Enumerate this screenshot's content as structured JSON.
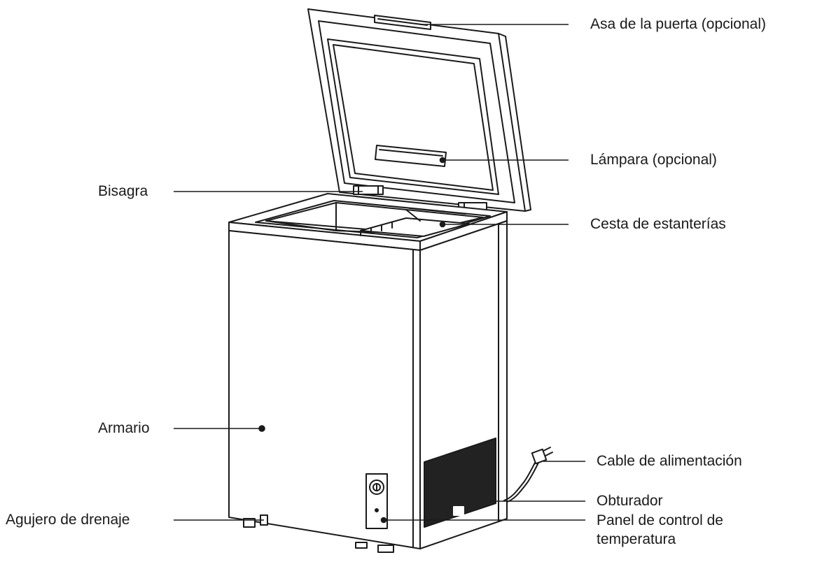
{
  "labels": {
    "door_handle": "Asa de la puerta (opcional)",
    "lamp": "Lámpara (opcional)",
    "hinge": "Bisagra",
    "shelf_basket": "Cesta de estanterías",
    "cabinet": "Armario",
    "power_cable": "Cable de alimentación",
    "shutter": "Obturador",
    "drain_hole": "Agujero de drenaje",
    "temp_panel": "Panel de control de temperatura"
  },
  "colors": {
    "line": "#1a1a1a",
    "grill": "#222222",
    "panel": "#ffffff"
  }
}
